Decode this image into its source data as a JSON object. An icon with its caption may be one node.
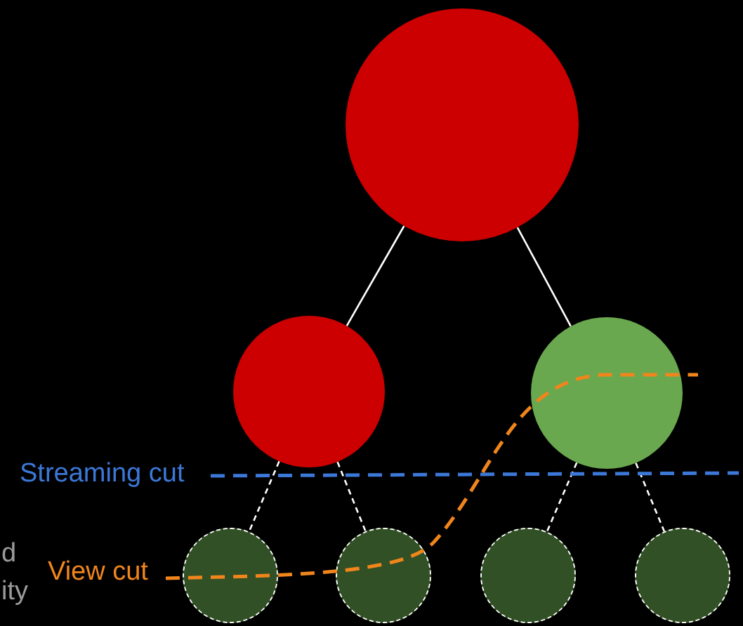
{
  "diagram": {
    "nodes": [
      {
        "text": [],
        "shape": "circle"
      },
      {
        "text": [],
        "shape": "circle"
      },
      {
        "text": [],
        "shape": "circle"
      },
      {
        "text": [],
        "shape": "circle"
      },
      {
        "text": [],
        "shape": "circle"
      },
      {
        "text": [],
        "shape": "circle"
      },
      {
        "text": [],
        "shape": "circle"
      }
    ],
    "edges": [
      {
        "from": 0,
        "to": 1,
        "arrow": "none"
      },
      {
        "from": 0,
        "to": 2,
        "arrow": "none"
      },
      {
        "from": 1,
        "to": 3,
        "arrow": "none",
        "style": "dashed"
      },
      {
        "from": 1,
        "to": 4,
        "arrow": "none",
        "style": "dashed"
      },
      {
        "from": 2,
        "to": 5,
        "arrow": "none",
        "style": "dashed"
      },
      {
        "from": 2,
        "to": 6,
        "arrow": "none",
        "style": "dashed"
      }
    ],
    "labels": [
      "Streaming cut",
      "View cut",
      "d",
      "ity"
    ]
  }
}
